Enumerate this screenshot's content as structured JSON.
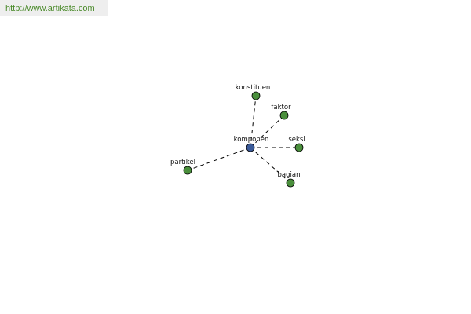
{
  "banner": {
    "url_text": "http://www.artikata.com"
  },
  "colors": {
    "center_node": "#3a5a99",
    "leaf_node": "#4a8f3c",
    "banner_text": "#4a8a2a"
  },
  "graph": {
    "center": {
      "id": "komponen",
      "label": "komponen"
    },
    "nodes": [
      {
        "id": "konstituen",
        "label": "konstituen"
      },
      {
        "id": "faktor",
        "label": "faktor"
      },
      {
        "id": "seksi",
        "label": "seksi"
      },
      {
        "id": "bagian",
        "label": "bagian"
      },
      {
        "id": "partikel",
        "label": "partikel"
      }
    ],
    "edges": [
      {
        "from": "komponen",
        "to": "konstituen"
      },
      {
        "from": "komponen",
        "to": "faktor"
      },
      {
        "from": "komponen",
        "to": "seksi"
      },
      {
        "from": "komponen",
        "to": "bagian"
      },
      {
        "from": "komponen",
        "to": "partikel"
      }
    ]
  }
}
